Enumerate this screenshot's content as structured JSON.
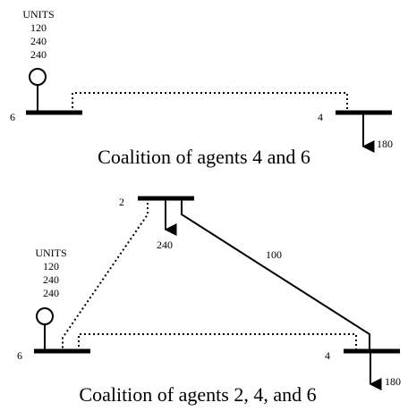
{
  "top": {
    "units_header": "UNITS",
    "units": [
      "120",
      "240",
      "240"
    ],
    "bus_left_label": "6",
    "bus_right_label": "4",
    "load_right_value": "180",
    "caption": "Coalition of agents 4 and 6"
  },
  "bottom": {
    "bus_top_label": "2",
    "load_top_value": "240",
    "line_value": "100",
    "units_header": "UNITS",
    "units": [
      "120",
      "240",
      "240"
    ],
    "bus_left_label": "6",
    "bus_right_label": "4",
    "load_right_value": "180",
    "caption": "Coalition of agents 2, 4, and 6"
  }
}
